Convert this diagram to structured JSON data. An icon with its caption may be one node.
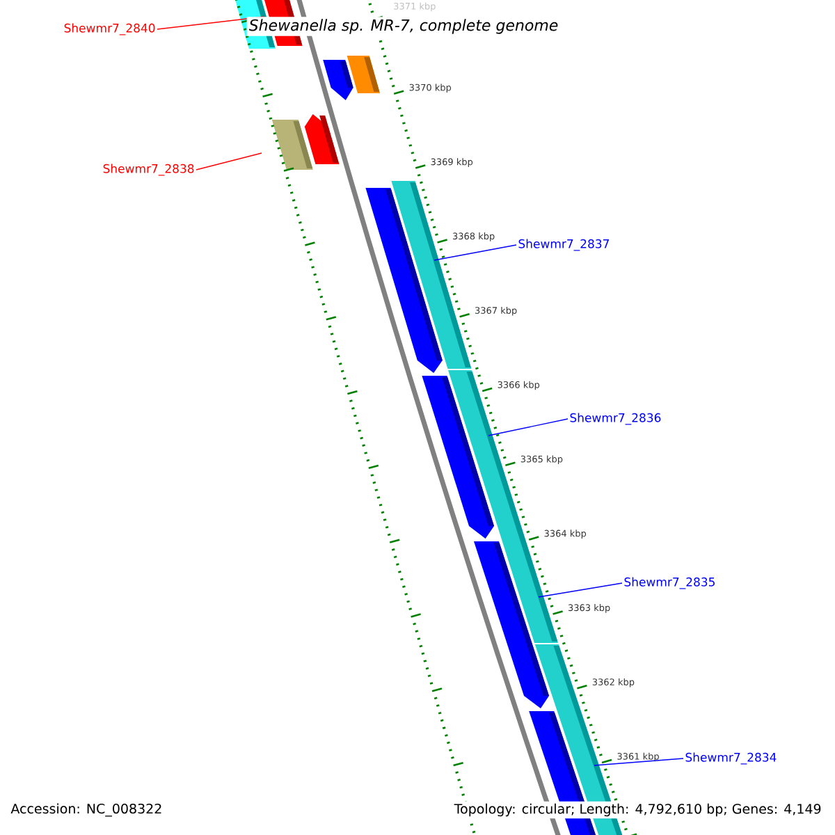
{
  "diagram": {
    "title": "Shewanella sp. MR-7, complete genome",
    "nodes": [
      {
        "text": [
          "Shewmr7_2840"
        ]
      },
      {
        "text": [
          "Shewmr7_2838"
        ]
      },
      {
        "text": [
          "Shewmr7_2837"
        ]
      },
      {
        "text": [
          "Shewmr7_2836"
        ]
      },
      {
        "text": [
          "Shewmr7_2835"
        ]
      },
      {
        "text": [
          "Shewmr7_2834"
        ]
      }
    ],
    "edges": [
      {
        "from": 0,
        "to": null,
        "arrow": "none",
        "color": "#ff0000"
      },
      {
        "from": 1,
        "to": null,
        "arrow": "none",
        "color": "#ff0000"
      },
      {
        "from": 2,
        "to": null,
        "arrow": "none"
      },
      {
        "from": 3,
        "to": null,
        "arrow": "none"
      },
      {
        "from": 4,
        "to": null,
        "arrow": "none"
      },
      {
        "from": 5,
        "to": null,
        "arrow": "none"
      }
    ],
    "labels": [
      "3371 kbp",
      "3370 kbp",
      "3369 kbp",
      "3368 kbp",
      "3367 kbp",
      "3366 kbp",
      "3365 kbp",
      "3364 kbp",
      "3363 kbp",
      "3362 kbp",
      "3361 kbp",
      "Accession: NC_008322",
      "Topology: circular; Length: 4,792,610 bp; Genes: 4,149"
    ]
  }
}
